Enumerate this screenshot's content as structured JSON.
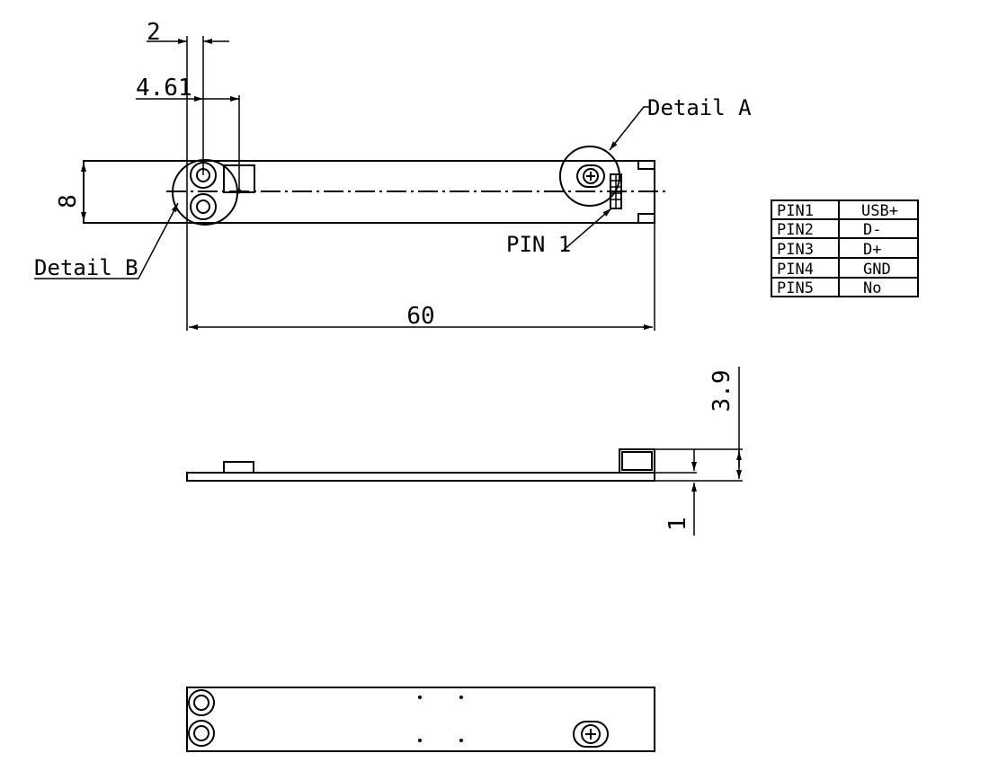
{
  "dimensions": {
    "top_left_width": "2",
    "hole_offset": "4.61",
    "height": "8",
    "length": "60",
    "side_height": "3.9",
    "board_thickness": "1"
  },
  "callouts": {
    "detail_a": "Detail A",
    "detail_b": "Detail B",
    "pin_1": "PIN 1"
  },
  "pin_table": [
    {
      "pin": "PIN1",
      "signal": "USB+"
    },
    {
      "pin": "PIN2",
      "signal": "D-"
    },
    {
      "pin": "PIN3",
      "signal": "D+"
    },
    {
      "pin": "PIN4",
      "signal": "GND"
    },
    {
      "pin": "PIN5",
      "signal": "No"
    }
  ]
}
